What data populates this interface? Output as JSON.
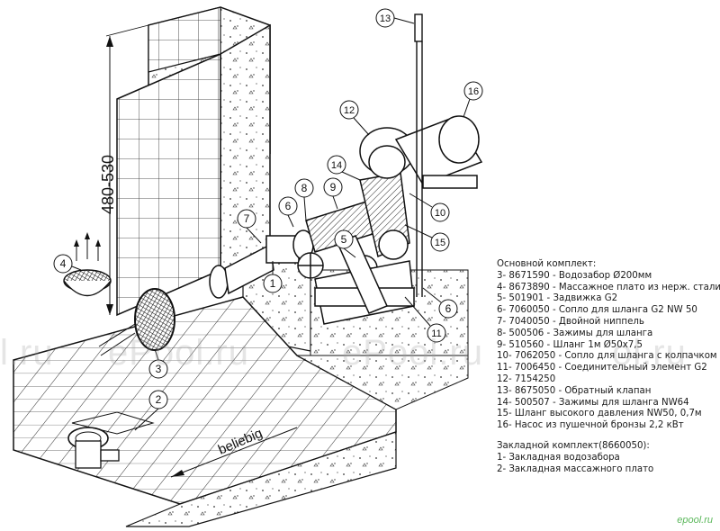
{
  "diagram": {
    "dimension_label": "480-530",
    "wall_label": "beliebig",
    "callouts": [
      "1",
      "2",
      "3",
      "4",
      "5",
      "6",
      "7",
      "8",
      "9",
      "10",
      "11",
      "12",
      "13",
      "14",
      "15",
      "16"
    ]
  },
  "legend": {
    "main_title": "Основной комплект:",
    "main_items": [
      "3- 8671590 - Водозабор Ø200мм",
      "4- 8673890 - Массажное плато из нерж. стали",
      "5- 501901 - Задвижка G2",
      "6- 7060050 - Сопло для шланга G2 NW 50",
      "7- 7040050 - Двойной ниппель",
      "8- 500506 - Зажимы для шланга",
      "9- 510560 - Шланг 1м Ø50x7,5",
      "10- 7062050 - Сопло для шланга с колпачком",
      "11- 7006450 - Соединительный элемент G2",
      "12- 7154250",
      "13- 8675050 - Обратный клапан",
      "14- 500507 - Зажимы для шланга NW64",
      "15- Шланг высокого давления NW50, 0,7м",
      "16- Насос из пушечной бронзы 2,2 кВт"
    ],
    "embed_title": "Закладной комплект(8660050):",
    "embed_items": [
      "1- Закладная водозабора",
      "2- Закладная массажного плато"
    ]
  },
  "watermark": {
    "texts": [
      "l.ru",
      "ePool.ru",
      "ePool.ru",
      "ol.ru"
    ]
  },
  "logo": {
    "text": "epool.ru",
    "color": "#5cb85c"
  },
  "colors": {
    "line": "#1a1a1a",
    "paper": "#ffffff"
  }
}
